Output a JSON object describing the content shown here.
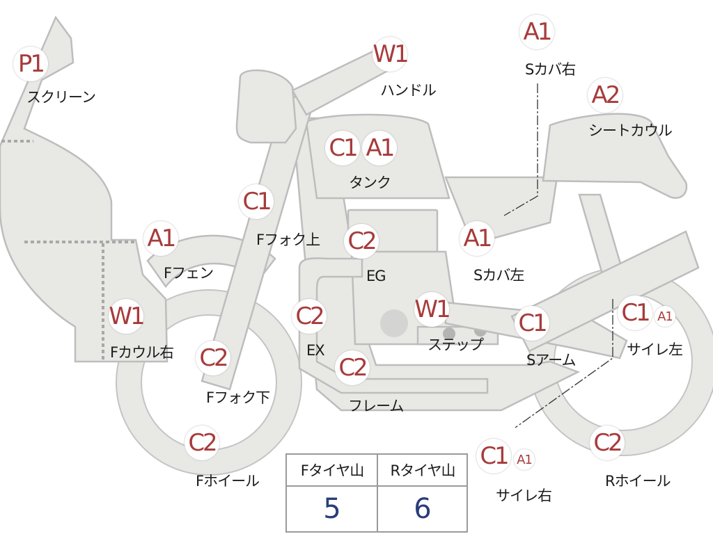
{
  "parts": [
    {
      "id": "screen",
      "name": "スクリーン",
      "badges": [
        {
          "code": "P1"
        }
      ]
    },
    {
      "id": "handle",
      "name": "ハンドル",
      "badges": [
        {
          "code": "W1"
        }
      ]
    },
    {
      "id": "s-cover-right",
      "name": "Sカバ右",
      "badges": [
        {
          "code": "A1"
        }
      ]
    },
    {
      "id": "seat-cowl",
      "name": "シートカウル",
      "badges": [
        {
          "code": "A2"
        }
      ]
    },
    {
      "id": "tank",
      "name": "タンク",
      "badges": [
        {
          "code": "C1"
        },
        {
          "code": "A1"
        }
      ]
    },
    {
      "id": "f-fork-upper",
      "name": "Fフォク上",
      "badges": [
        {
          "code": "C1"
        }
      ]
    },
    {
      "id": "engine",
      "name": "EG",
      "badges": [
        {
          "code": "C2"
        }
      ]
    },
    {
      "id": "s-cover-left",
      "name": "Sカバ左",
      "badges": [
        {
          "code": "A1"
        }
      ]
    },
    {
      "id": "f-fender",
      "name": "Fフェン",
      "badges": [
        {
          "code": "A1"
        }
      ]
    },
    {
      "id": "f-cowl-right",
      "name": "Fカウル右",
      "badges": [
        {
          "code": "W1"
        }
      ]
    },
    {
      "id": "exhaust",
      "name": "EX",
      "badges": [
        {
          "code": "C2"
        }
      ]
    },
    {
      "id": "step",
      "name": "ステップ",
      "badges": [
        {
          "code": "W1"
        }
      ]
    },
    {
      "id": "s-arm",
      "name": "Sアーム",
      "badges": [
        {
          "code": "C1"
        }
      ]
    },
    {
      "id": "silencer-left",
      "name": "サイレ左",
      "badges": [
        {
          "code": "C1"
        },
        {
          "code": "A1"
        }
      ]
    },
    {
      "id": "f-fork-lower",
      "name": "Fフォク下",
      "badges": [
        {
          "code": "C2"
        }
      ]
    },
    {
      "id": "frame",
      "name": "フレーム",
      "badges": [
        {
          "code": "C2"
        }
      ]
    },
    {
      "id": "f-wheel",
      "name": "Fホイール",
      "badges": [
        {
          "code": "C2"
        }
      ]
    },
    {
      "id": "silencer-right",
      "name": "サイレ右",
      "badges": [
        {
          "code": "C1"
        },
        {
          "code": "A1"
        }
      ]
    },
    {
      "id": "r-wheel",
      "name": "Rホイール",
      "badges": [
        {
          "code": "C2"
        }
      ]
    }
  ],
  "tread_table": {
    "front": {
      "header": "Fタイヤ山",
      "value": "5"
    },
    "rear": {
      "header": "Rタイヤ山",
      "value": "6"
    }
  },
  "colors": {
    "badge_text": "#a73b3b",
    "part_fill": "#e8e8e5",
    "part_stroke": "#bdbdbd",
    "table_value": "#2a3d7a"
  }
}
